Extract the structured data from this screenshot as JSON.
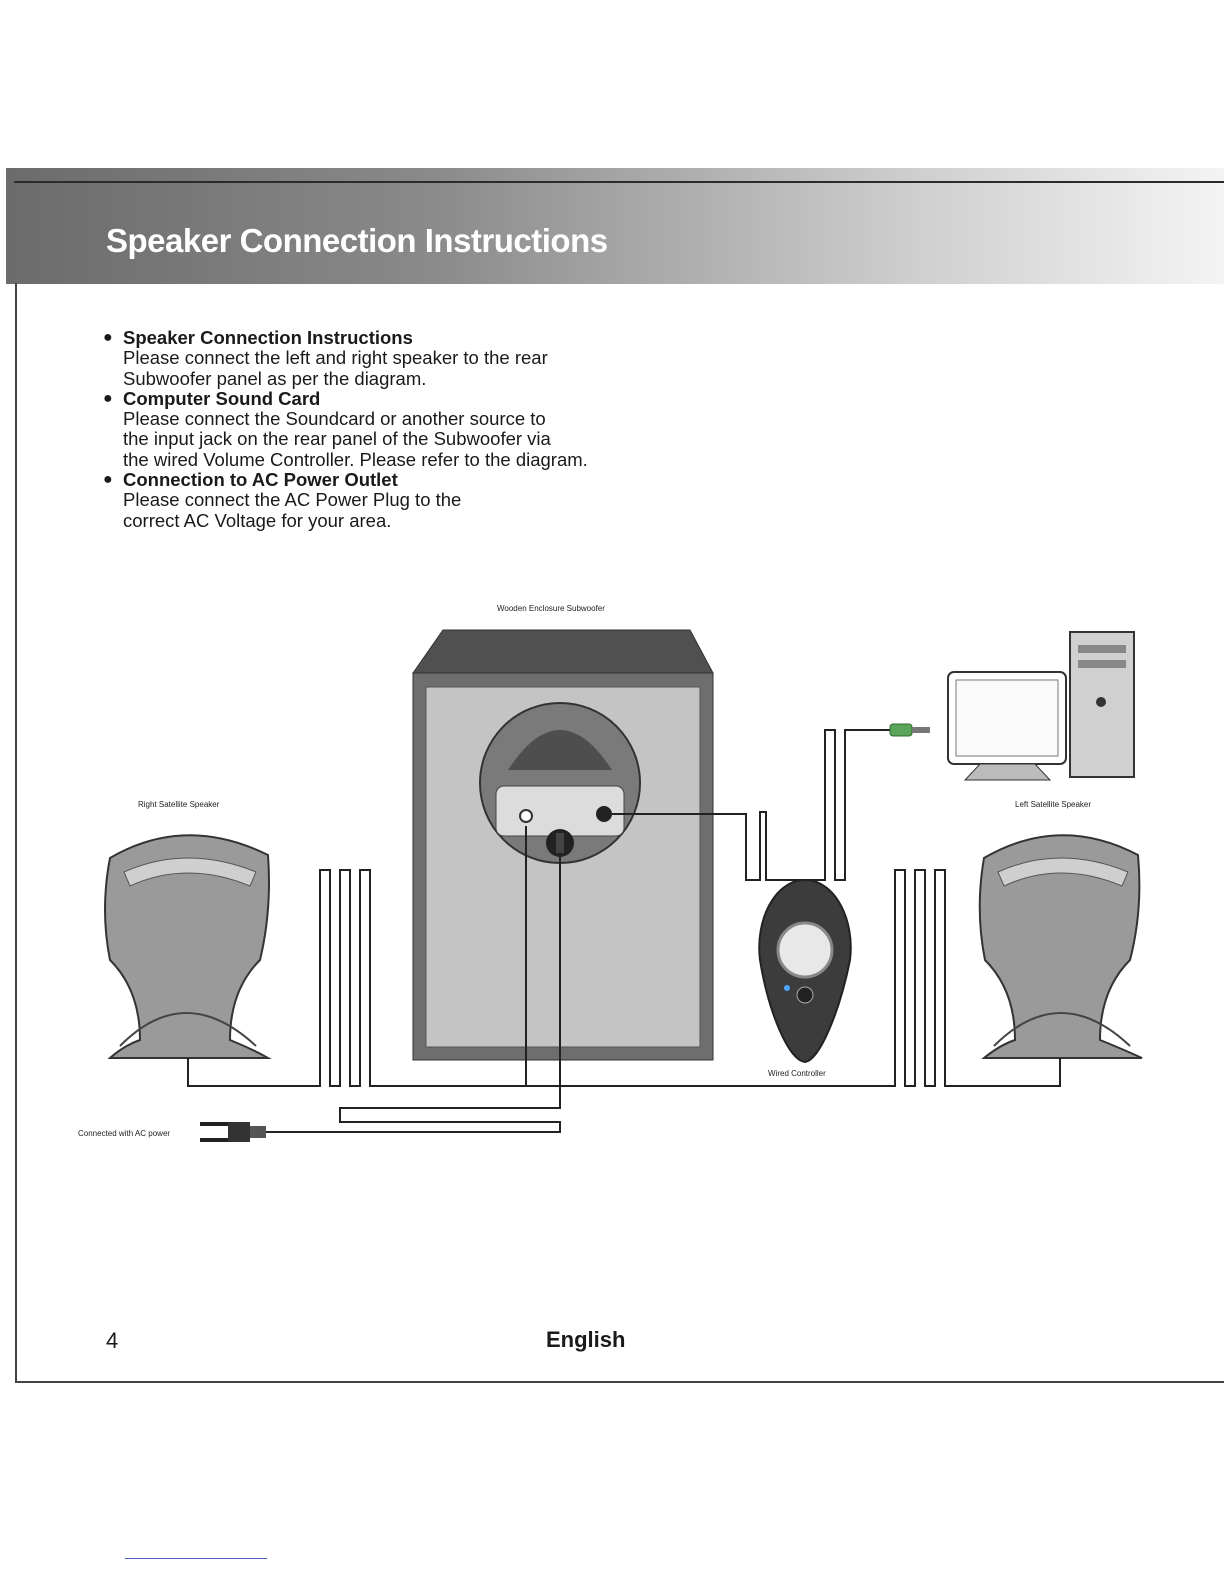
{
  "header": {
    "title": "Speaker Connection Instructions"
  },
  "sections": [
    {
      "title": "Speaker Connection Instructions",
      "lines": [
        "Please connect the left and right speaker to the rear",
        "Subwoofer panel as per the diagram."
      ]
    },
    {
      "title": "Computer Sound Card",
      "lines": [
        "Please connect the Soundcard or another source to",
        "the input jack on the rear panel of the Subwoofer via",
        "the wired Volume Controller. Please refer to the diagram."
      ]
    },
    {
      "title": "Connection to AC Power Outlet",
      "lines": [
        "Please connect the AC Power Plug to the",
        "correct AC Voltage for your area."
      ]
    }
  ],
  "diagram": {
    "subwoofer_label": "Wooden Enclosure Subwoofer",
    "right_speaker_label": "Right Satellite Speaker",
    "left_speaker_label": "Left Satellite Speaker",
    "controller_label": "Wired Controller",
    "ac_label": "Connected with AC power"
  },
  "footer": {
    "page_number": "4",
    "language": "English"
  }
}
